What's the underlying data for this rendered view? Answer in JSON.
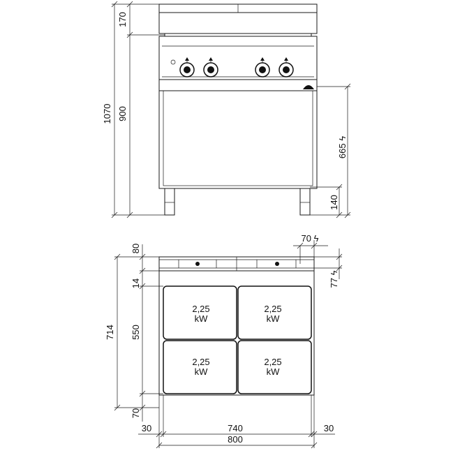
{
  "front_view": {
    "dims": {
      "top_depth": "170",
      "overall_height": "1070",
      "work_height": "900",
      "connection_height": "665",
      "connection_symbol": "ϟ",
      "leg_height": "140"
    }
  },
  "plan_view": {
    "dims": {
      "rear_band": "80",
      "side_conn": "70",
      "side_conn_symbol": "ϟ",
      "rear_conn": "77",
      "rear_conn_symbol": "ϟ",
      "gap": "14",
      "overall_depth": "714",
      "plate_depth": "550",
      "front_band": "70",
      "side_left": "30",
      "inner_width": "740",
      "side_right": "30",
      "overall_width": "800"
    },
    "plates": [
      {
        "power": "2,25",
        "unit": "kW"
      },
      {
        "power": "2,25",
        "unit": "kW"
      },
      {
        "power": "2,25",
        "unit": "kW"
      },
      {
        "power": "2,25",
        "unit": "kW"
      }
    ]
  }
}
